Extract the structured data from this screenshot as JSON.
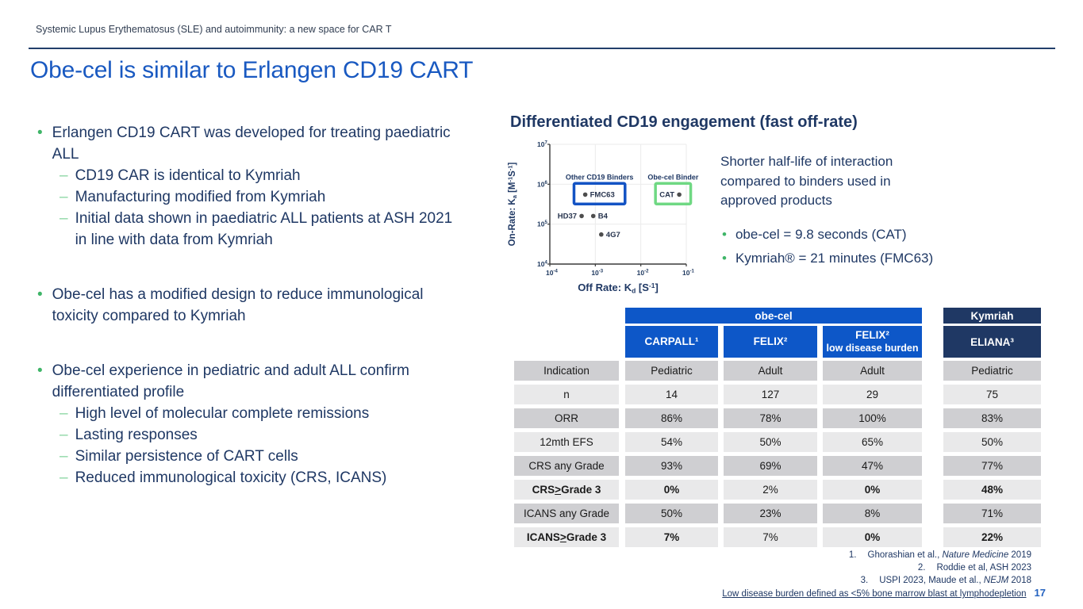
{
  "slide": {
    "header": "Systemic Lupus Erythematosus (SLE) and autoimmunity: a new space for CAR T",
    "title": "Obe-cel is similar to Erlangen CD19 CART",
    "page_number": "17"
  },
  "colors": {
    "title_blue": "#1959c1",
    "body_navy": "#1f3864",
    "bullet_green": "#3fb568",
    "dash_green": "#8ad6a2",
    "obecel_header_blue": "#0d57c8",
    "kymriah_navy": "#1f3864",
    "row_dark": "#cfcfd2",
    "row_light": "#e9e9ea",
    "box_blue": "#1353c4",
    "box_green": "#6fd883",
    "page_number_blue": "#2563c0"
  },
  "left_bullets": [
    {
      "text": "Erlangen CD19 CART was developed for treating paediatric ALL",
      "subs": [
        "CD19 CAR is identical to Kymriah",
        "Manufacturing modified from Kymriah",
        "Initial data shown in paediatric ALL patients at ASH 2021 in line with data from Kymriah"
      ]
    },
    {
      "text": "Obe-cel has a modified design to reduce immunological toxicity compared to Kymriah",
      "subs": []
    },
    {
      "text": "Obe-cel experience in pediatric and adult ALL confirm differentiated profile",
      "subs": [
        "High level of molecular complete remissions",
        "Lasting responses",
        "Similar persistence of CART cells",
        "Reduced immunological toxicity (CRS, ICANS)"
      ]
    }
  ],
  "right_panel": {
    "heading": "Differentiated CD19 engagement (fast off-rate)",
    "description": "Shorter half-life of interaction compared to binders used in approved products",
    "bullets": [
      "obe-cel = 9.8 seconds (CAT)",
      "Kymriah® = 21 minutes (FMC63)"
    ]
  },
  "chart_data": {
    "type": "scatter",
    "title": "Differentiated CD19 engagement (fast off-rate)",
    "xlabel": "Off Rate: Kd [S-1]",
    "ylabel": "On-Rate: Ka [M-1S-1]",
    "xlabel_parts": [
      {
        "t": "Off Rate: K"
      },
      {
        "t": "d",
        "sub": true
      },
      {
        "t": " [S"
      },
      {
        "t": "-1",
        "sup": true
      },
      {
        "t": "]"
      }
    ],
    "ylabel_parts": [
      {
        "t": "On-Rate: K"
      },
      {
        "t": "a",
        "sub": true
      },
      {
        "t": " [M"
      },
      {
        "t": "-1",
        "sup": true
      },
      {
        "t": "S"
      },
      {
        "t": "-1",
        "sup": true
      },
      {
        "t": "]"
      }
    ],
    "log_scale": true,
    "xlim": [
      0.0001,
      0.1
    ],
    "ylim": [
      10000,
      10000000
    ],
    "x_tick_exponents": [
      -4,
      -3,
      -2,
      -1
    ],
    "y_tick_exponents": [
      4,
      5,
      6,
      7
    ],
    "grid": true,
    "points": [
      {
        "label": "FMC63",
        "x": 0.0006,
        "y": 550000,
        "label_side": "right"
      },
      {
        "label": "CAT",
        "x": 0.07,
        "y": 550000,
        "label_side": "left"
      },
      {
        "label": "HD37",
        "x": 0.0005,
        "y": 160000,
        "label_side": "left"
      },
      {
        "label": "B4",
        "x": 0.0009,
        "y": 160000,
        "label_side": "right"
      },
      {
        "label": "4G7",
        "x": 0.00135,
        "y": 55000,
        "label_side": "right"
      }
    ],
    "groups": [
      {
        "label": "Other CD19 Binders",
        "color": "#1353c4",
        "x_range": [
          0.00034,
          0.0045
        ],
        "y_range": [
          320000,
          1050000
        ]
      },
      {
        "label": "Obe-cel Binder",
        "color": "#6fd883",
        "x_range": [
          0.021,
          0.125
        ],
        "y_range": [
          320000,
          1050000
        ]
      }
    ]
  },
  "table": {
    "group_headers": [
      {
        "label": "obe-cel"
      },
      {
        "label": "Kymriah"
      }
    ],
    "col_headers": [
      {
        "line1": "CARPALL¹"
      },
      {
        "line1": "FELIX²"
      },
      {
        "line1": "FELIX²",
        "line2": "low disease burden"
      },
      {
        "line1": "ELIANA³"
      }
    ],
    "rows": [
      {
        "label": "Indication",
        "values": [
          "Pediatric",
          "Adult",
          "Adult",
          "Pediatric"
        ]
      },
      {
        "label": "n",
        "values": [
          "14",
          "127",
          "29",
          "75"
        ]
      },
      {
        "label": "ORR",
        "values": [
          "86%",
          "78%",
          "100%",
          "83%"
        ]
      },
      {
        "label": "12mth EFS",
        "values": [
          "54%",
          "50%",
          "65%",
          "50%"
        ]
      },
      {
        "label": "CRS any Grade",
        "values": [
          "93%",
          "69%",
          "47%",
          "77%"
        ]
      },
      {
        "label": "CRS > Grade 3",
        "gte": true,
        "label_bold": true,
        "values": [
          "0%",
          "2%",
          "0%",
          "48%"
        ],
        "bold": [
          true,
          false,
          true,
          true
        ]
      },
      {
        "label": "ICANS any Grade",
        "values": [
          "50%",
          "23%",
          "8%",
          "71%"
        ]
      },
      {
        "label": "ICANS > Grade 3",
        "gte": true,
        "label_bold": true,
        "values": [
          "7%",
          "7%",
          "0%",
          "22%"
        ],
        "bold": [
          true,
          false,
          true,
          true
        ]
      }
    ]
  },
  "footnotes": {
    "items": [
      {
        "num": "1.",
        "pre": "Ghorashian et al., ",
        "italic": "Nature Medicine",
        "post": " 2019"
      },
      {
        "num": "2.",
        "pre": "Roddie et al, ASH 2023",
        "italic": "",
        "post": ""
      },
      {
        "num": "3.",
        "pre": "USPI 2023, Maude et al., ",
        "italic": "NEJM",
        "post": " 2018"
      }
    ],
    "underlined": "Low disease burden defined as <5% bone marrow blast at lymphodepletion"
  }
}
